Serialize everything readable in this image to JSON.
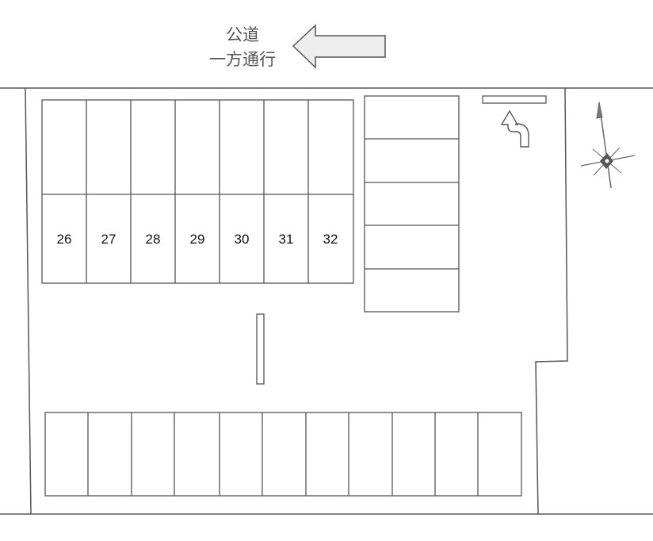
{
  "road": {
    "label_line1": "公道",
    "label_line2": "一方通行",
    "direction": "left"
  },
  "spaces": {
    "top_row_numbers": [
      "26",
      "27",
      "28",
      "29",
      "30",
      "31",
      "32"
    ]
  },
  "icons": {
    "one_way_arrow": "arrow-left-icon",
    "u_turn_arrow": "u-turn-arrow-icon",
    "compass": "compass-rose-icon"
  },
  "colors": {
    "line": "#555555",
    "arrow_fill": "#eeeeee"
  }
}
